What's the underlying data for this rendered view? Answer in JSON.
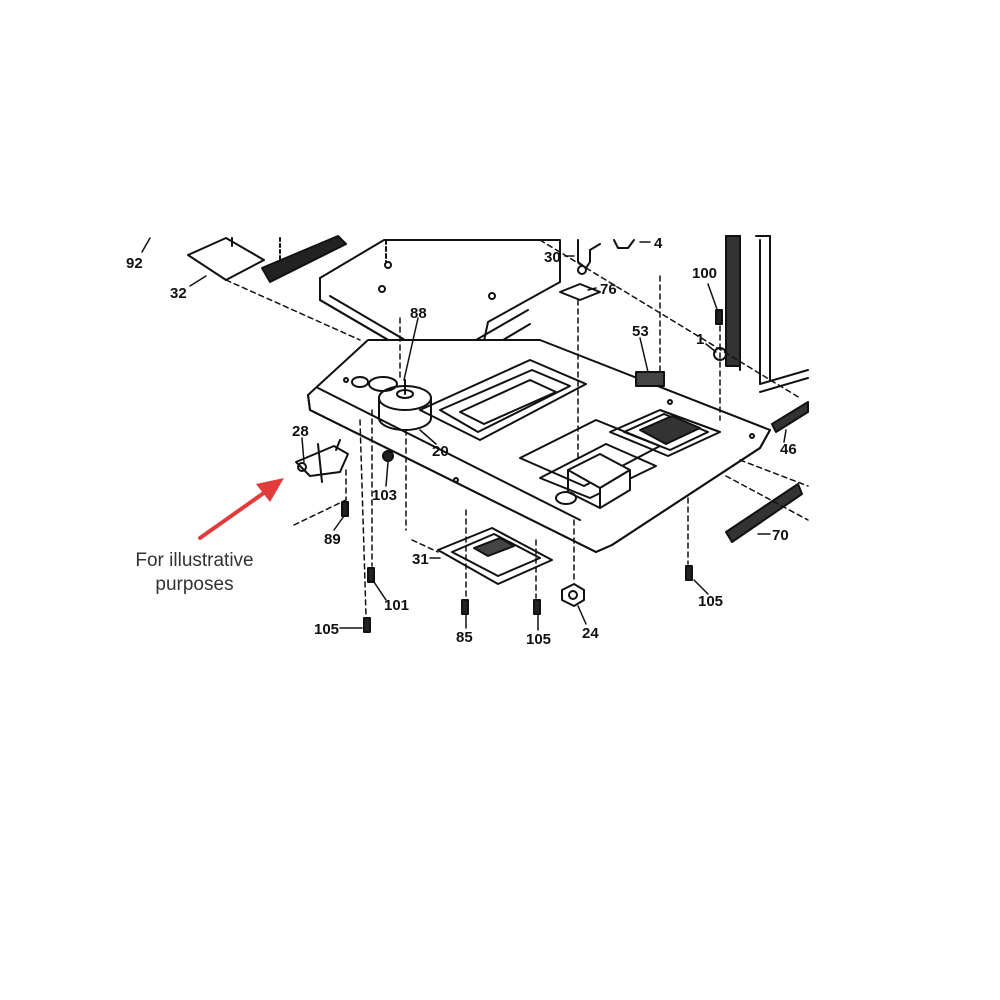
{
  "caption": {
    "line1": "For illustrative",
    "line2": "purposes"
  },
  "colors": {
    "ink": "#111111",
    "arrow": "#e23b3b",
    "background": "#ffffff"
  },
  "callouts": [
    {
      "id": "92",
      "text": "92"
    },
    {
      "id": "32",
      "text": "32"
    },
    {
      "id": "30",
      "text": "30"
    },
    {
      "id": "4",
      "text": "4"
    },
    {
      "id": "76",
      "text": "76"
    },
    {
      "id": "88",
      "text": "88"
    },
    {
      "id": "53",
      "text": "53"
    },
    {
      "id": "100",
      "text": "100"
    },
    {
      "id": "1",
      "text": "1"
    },
    {
      "id": "46",
      "text": "46"
    },
    {
      "id": "28",
      "text": "28"
    },
    {
      "id": "20",
      "text": "20"
    },
    {
      "id": "103",
      "text": "103"
    },
    {
      "id": "89",
      "text": "89"
    },
    {
      "id": "31",
      "text": "31"
    },
    {
      "id": "101",
      "text": "101"
    },
    {
      "id": "105a",
      "text": "105"
    },
    {
      "id": "85",
      "text": "85"
    },
    {
      "id": "105b",
      "text": "105"
    },
    {
      "id": "24",
      "text": "24"
    },
    {
      "id": "105c",
      "text": "105"
    },
    {
      "id": "70",
      "text": "70"
    }
  ]
}
